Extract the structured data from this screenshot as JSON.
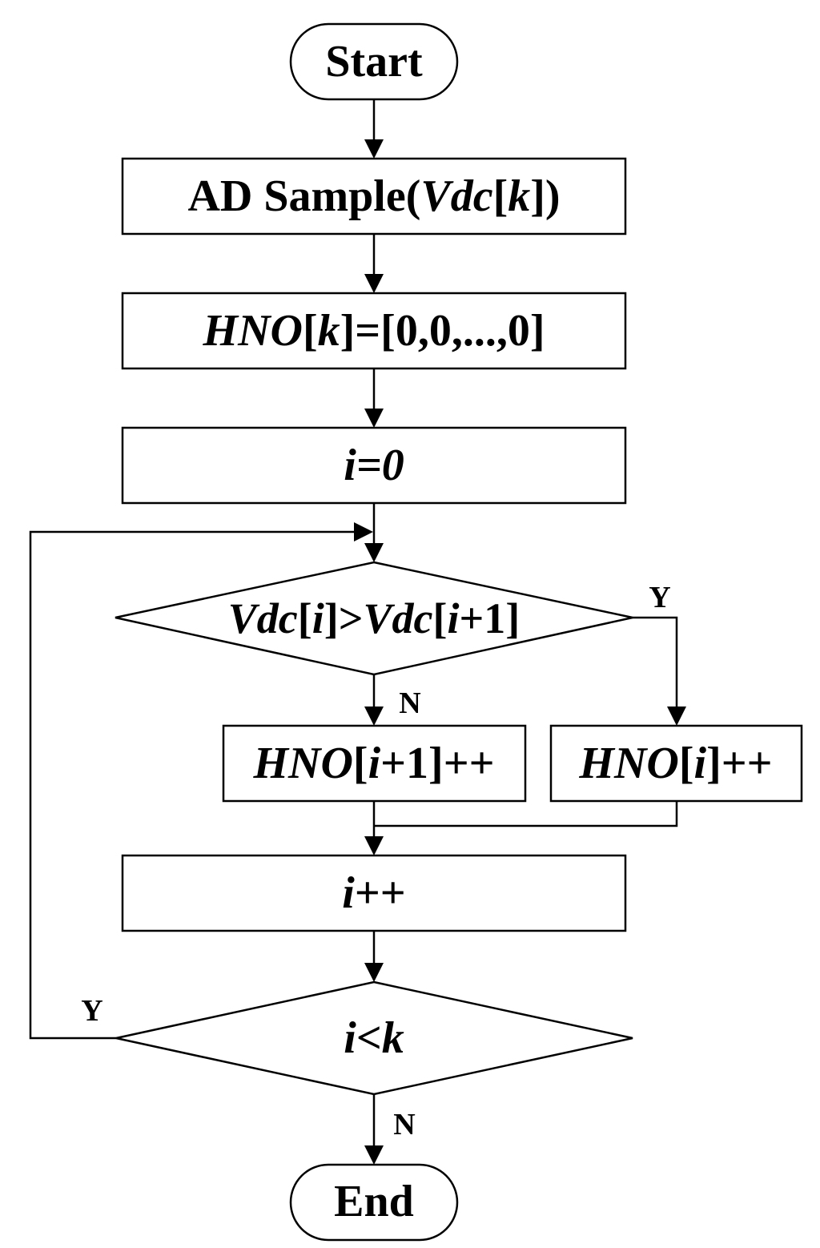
{
  "flowchart": {
    "start": "Start",
    "sample": [
      {
        "t": "AD Sample(",
        "i": false
      },
      {
        "t": "Vdc",
        "i": true
      },
      {
        "t": "[",
        "i": false
      },
      {
        "t": "k",
        "i": true
      },
      {
        "t": "])",
        "i": false
      }
    ],
    "init_hno": [
      {
        "t": "HNO",
        "i": true
      },
      {
        "t": "[",
        "i": false
      },
      {
        "t": "k",
        "i": true
      },
      {
        "t": "]=[0,0,...,0]",
        "i": false
      }
    ],
    "init_i": [
      {
        "t": "i=0",
        "i": true
      }
    ],
    "compare": [
      {
        "t": "Vdc",
        "i": true
      },
      {
        "t": "[",
        "i": false
      },
      {
        "t": "i",
        "i": true
      },
      {
        "t": "]>",
        "i": false
      },
      {
        "t": "Vdc",
        "i": true
      },
      {
        "t": "[",
        "i": false
      },
      {
        "t": "i",
        "i": true
      },
      {
        "t": "+1]",
        "i": false
      }
    ],
    "inc_next": [
      {
        "t": "HNO",
        "i": true
      },
      {
        "t": "[",
        "i": false
      },
      {
        "t": "i",
        "i": true
      },
      {
        "t": "+1]++",
        "i": false
      }
    ],
    "inc_cur": [
      {
        "t": "HNO",
        "i": true
      },
      {
        "t": "[",
        "i": false
      },
      {
        "t": "i",
        "i": true
      },
      {
        "t": "]++",
        "i": false
      }
    ],
    "increment": [
      {
        "t": "i",
        "i": true
      },
      {
        "t": "++",
        "i": false
      }
    ],
    "loop_check": [
      {
        "t": "i",
        "i": true
      },
      {
        "t": "<",
        "i": false
      },
      {
        "t": "k",
        "i": true
      }
    ],
    "end": "End",
    "compare_yes": "Y",
    "compare_no": "N",
    "loop_yes": "Y",
    "loop_no": "N"
  }
}
